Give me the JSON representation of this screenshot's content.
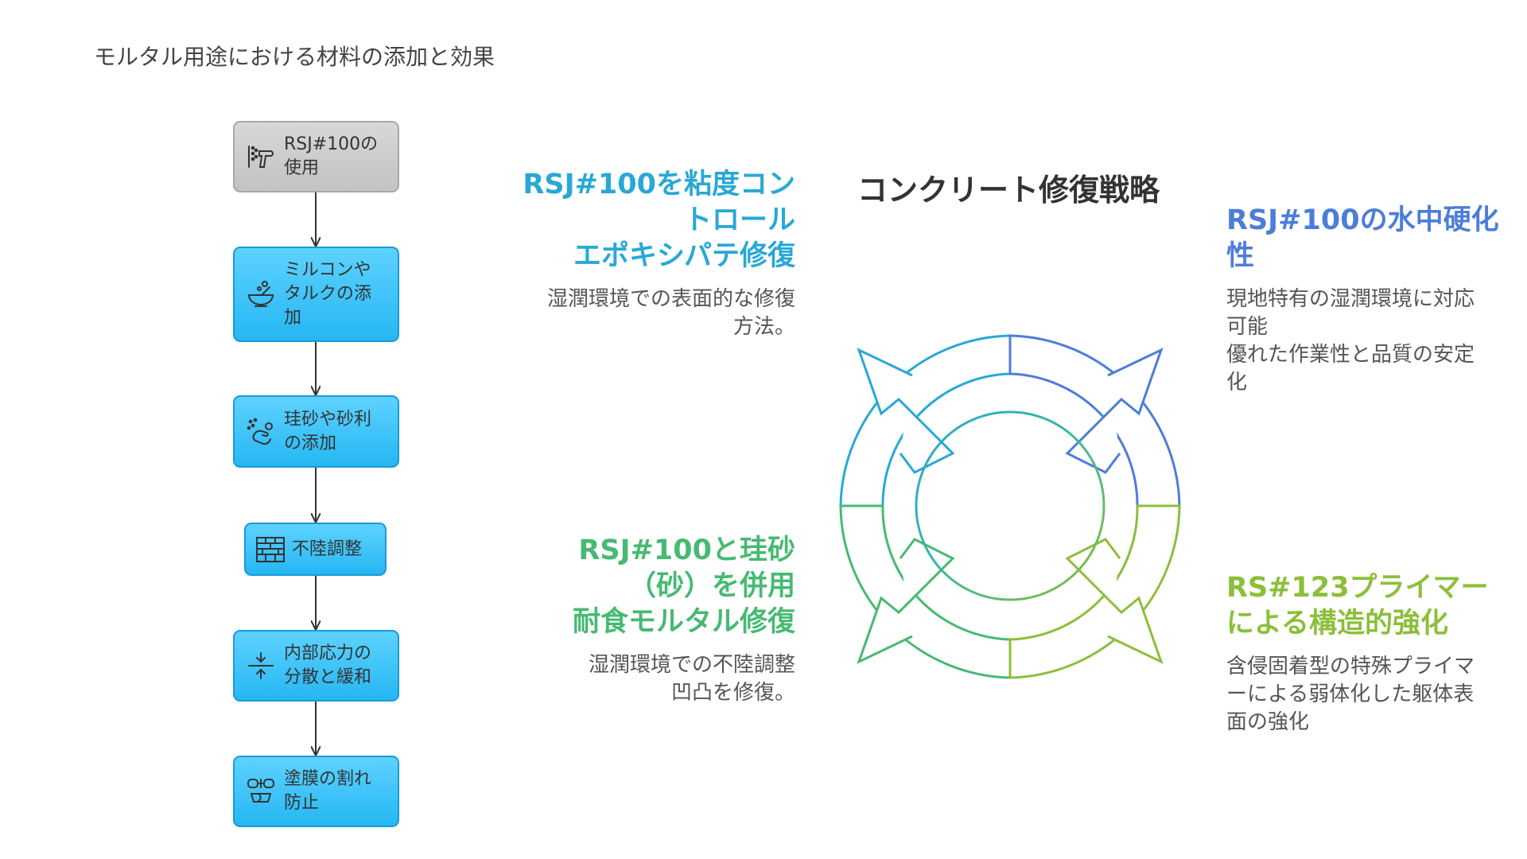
{
  "page": {
    "title": "モルタル用途における材料の添加と効果"
  },
  "flow": {
    "nodes": [
      {
        "label": "RSJ#100の\n使用",
        "icon": "spray-nozzle-icon"
      },
      {
        "label": "ミルコンや\nタルクの添\n加",
        "icon": "mixing-bowl-icon"
      },
      {
        "label": "珪砂や砂利\nの添加",
        "icon": "sprinkle-hand-icon"
      },
      {
        "label": "不陸調整",
        "icon": "brick-wall-icon"
      },
      {
        "label": "内部応力の\n分散と緩和",
        "icon": "compress-arrows-icon"
      },
      {
        "label": "塗膜の割れ\n防止",
        "icon": "cracked-film-icon"
      }
    ],
    "colors": {
      "node_fill": "#2ab9f5",
      "node_border": "#1a9ad6",
      "first_fill": "#cfcfcf",
      "arrow": "#333333"
    }
  },
  "strategy": {
    "title": "コンクリート修復戦略",
    "quadrants": {
      "top_left": {
        "heading": "RSJ#100を粘度コン\nトロール\nエポキシパテ修復",
        "description": "湿潤環境での表面的な修復\n方法。",
        "color": "#29a8d6"
      },
      "top_right": {
        "heading": "RSJ#100の水中硬化\n性",
        "description": "現地特有の湿潤環境に対応\n可能\n優れた作業性と品質の安定\n化",
        "color": "#4c7ed8"
      },
      "bottom_left": {
        "heading": "RSJ#100と珪砂\n（砂）を併用\n耐食モルタル修復",
        "description": "湿潤環境での不陸調整\n凹凸を修復。",
        "color": "#46ba72"
      },
      "bottom_right": {
        "heading": "RS#123プライマー\nによる構造的強化",
        "description": "含侵固着型の特殊プライマ\nーによる弱体化した躯体表\n面の強化",
        "color": "#8cbf3a"
      }
    }
  }
}
